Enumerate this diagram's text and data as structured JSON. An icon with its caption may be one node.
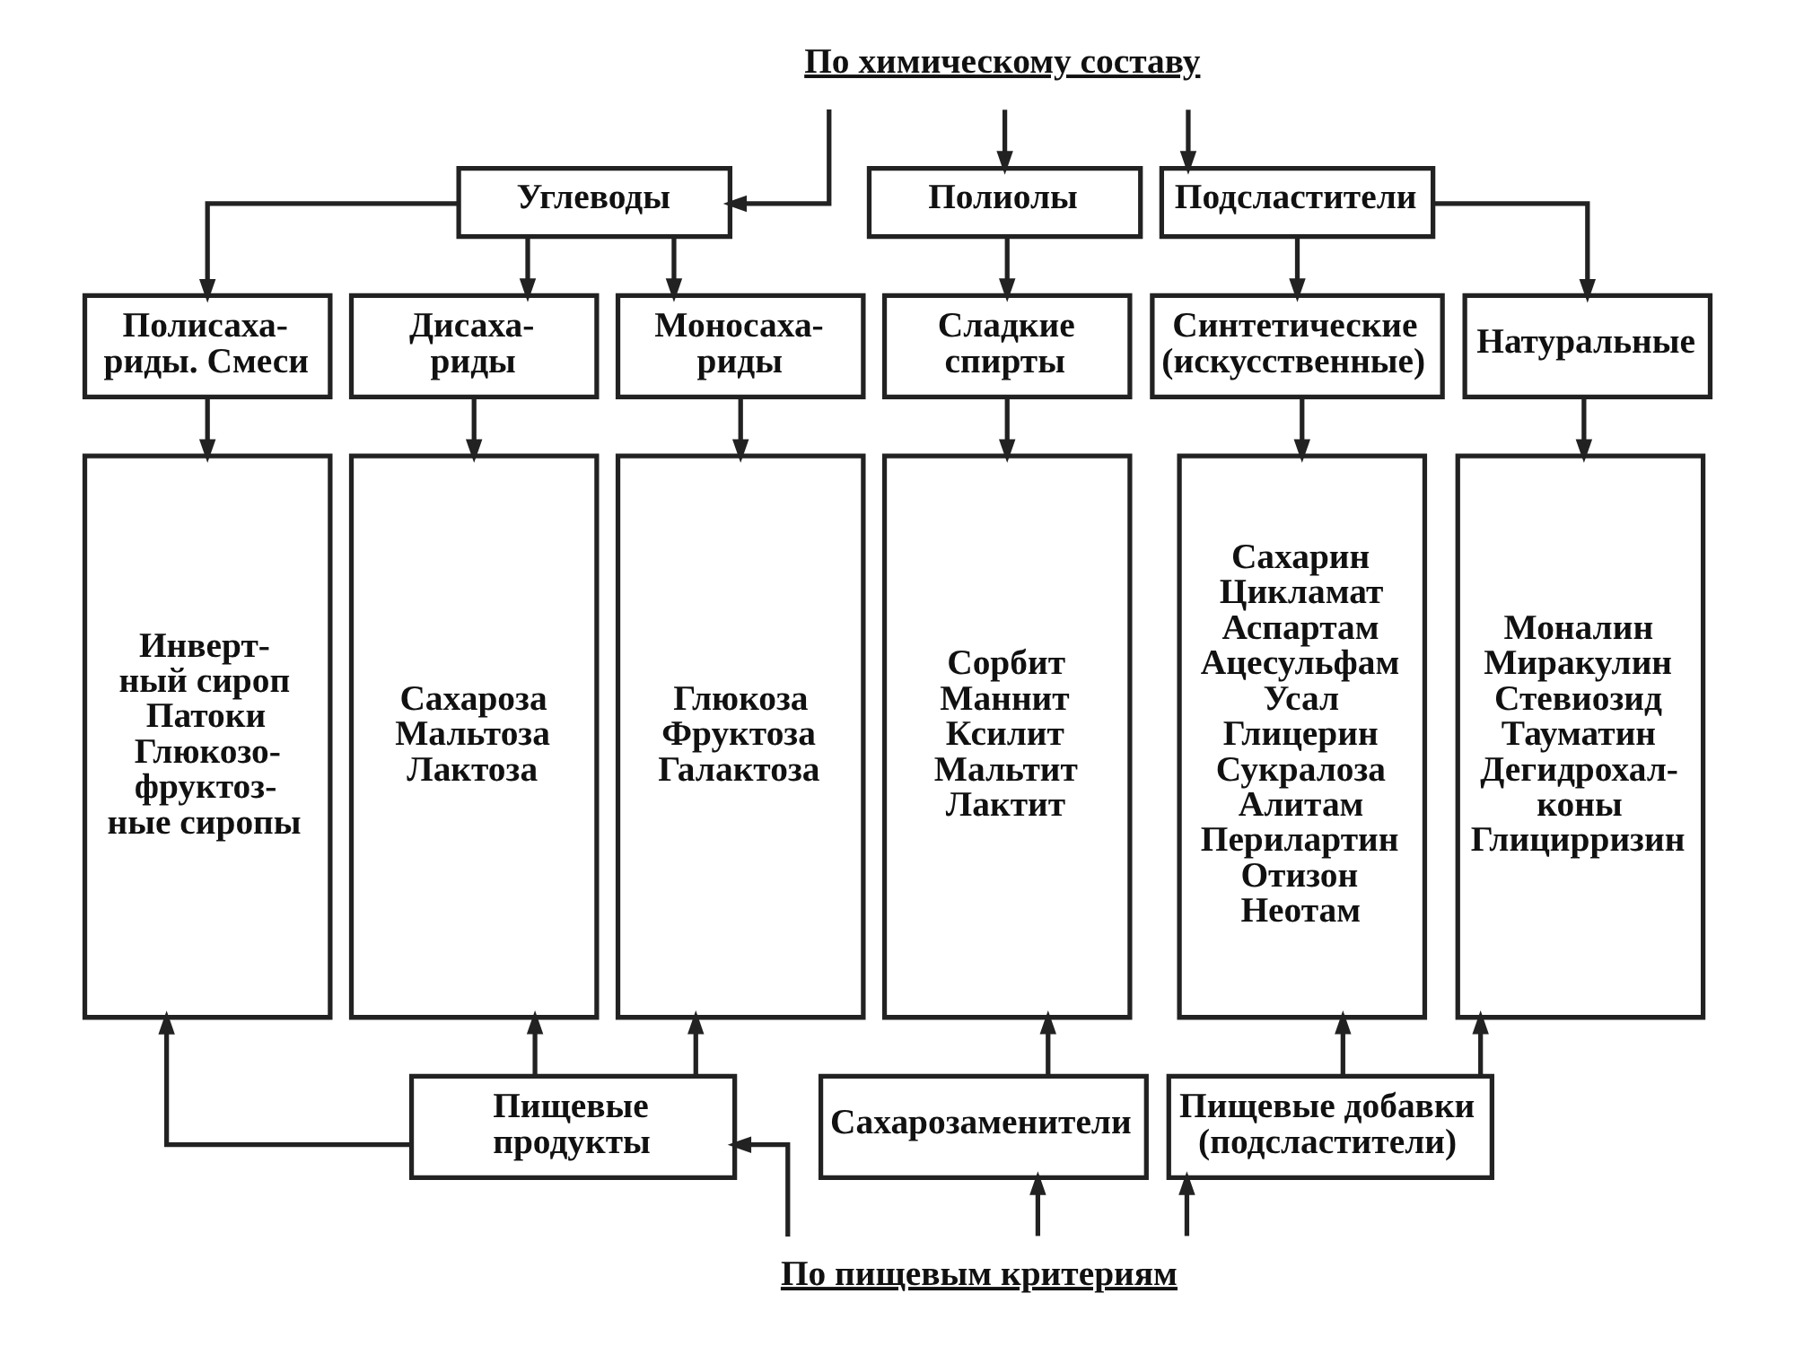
{
  "diagram": {
    "nodes": [
      {
        "text": [
          "По химическому составу"
        ]
      },
      {
        "text": [
          "Углеводы"
        ]
      },
      {
        "text": [
          "Полиолы"
        ]
      },
      {
        "text": [
          "Подсластители"
        ]
      },
      {
        "text": [
          "Полисаха- риды. Смеси"
        ]
      },
      {
        "text": [
          "Дисаха- риды"
        ]
      },
      {
        "text": [
          "Моносаха- риды"
        ]
      },
      {
        "text": [
          "Сладкие спирты"
        ]
      },
      {
        "text": [
          "Синтетические (искусственные)"
        ]
      },
      {
        "text": [
          "Натуральные"
        ]
      },
      {
        "text": [
          "Инверт- ный сироп",
          "Патоки",
          "Глюкозо- фруктоз- ные сиропы"
        ]
      },
      {
        "text": [
          "Сахароза",
          "Мальтоза",
          "Лактоза"
        ]
      },
      {
        "text": [
          "Глюкоза",
          "Фруктоза",
          "Галактоза"
        ]
      },
      {
        "text": [
          "Сорбит",
          "Маннит",
          "Ксилит",
          "Мальтит",
          "Лактит"
        ]
      },
      {
        "text": [
          "Сахарин",
          "Цикламат",
          "Аспартам",
          "Ацесульфам",
          "Усал",
          "Глицерин",
          "Сукралоза",
          "Алитам",
          "Перилартин",
          "Отизон",
          "Неотам"
        ]
      },
      {
        "text": [
          "Моналин",
          "Миракулин",
          "Стевиозид",
          "Тауматин",
          "Дегидрохал- коны",
          "Глицирризин"
        ]
      },
      {
        "text": [
          "Пищевые продукты"
        ]
      },
      {
        "text": [
          "Сахарозаменители"
        ]
      },
      {
        "text": [
          "Пищевые добавки (подсластители)"
        ]
      },
      {
        "text": [
          "По пищевым критериям"
        ]
      }
    ],
    "edges": [
      {
        "from": 0,
        "to": 1,
        "arrow": "to"
      },
      {
        "from": 0,
        "to": 2,
        "arrow": "to"
      },
      {
        "from": 0,
        "to": 3,
        "arrow": "to"
      },
      {
        "from": 1,
        "to": 4,
        "arrow": "to"
      },
      {
        "from": 1,
        "to": 5,
        "arrow": "to"
      },
      {
        "from": 1,
        "to": 6,
        "arrow": "to"
      },
      {
        "from": 2,
        "to": 7,
        "arrow": "to"
      },
      {
        "from": 3,
        "to": 8,
        "arrow": "to"
      },
      {
        "from": 3,
        "to": 9,
        "arrow": "to"
      },
      {
        "from": 4,
        "to": 10,
        "arrow": "to"
      },
      {
        "from": 5,
        "to": 11,
        "arrow": "to"
      },
      {
        "from": 6,
        "to": 12,
        "arrow": "to"
      },
      {
        "from": 7,
        "to": 13,
        "arrow": "to"
      },
      {
        "from": 8,
        "to": 14,
        "arrow": "to"
      },
      {
        "from": 9,
        "to": 15,
        "arrow": "to"
      },
      {
        "from": 16,
        "to": 10,
        "arrow": "to"
      },
      {
        "from": 16,
        "to": 11,
        "arrow": "to"
      },
      {
        "from": 16,
        "to": 12,
        "arrow": "to"
      },
      {
        "from": 17,
        "to": 13,
        "arrow": "to"
      },
      {
        "from": 18,
        "to": 14,
        "arrow": "to"
      },
      {
        "from": 18,
        "to": 15,
        "arrow": "to"
      },
      {
        "from": 19,
        "to": 16,
        "arrow": "to"
      },
      {
        "from": 19,
        "to": 17,
        "arrow": "to"
      },
      {
        "from": 19,
        "to": 18,
        "arrow": "to"
      }
    ]
  }
}
